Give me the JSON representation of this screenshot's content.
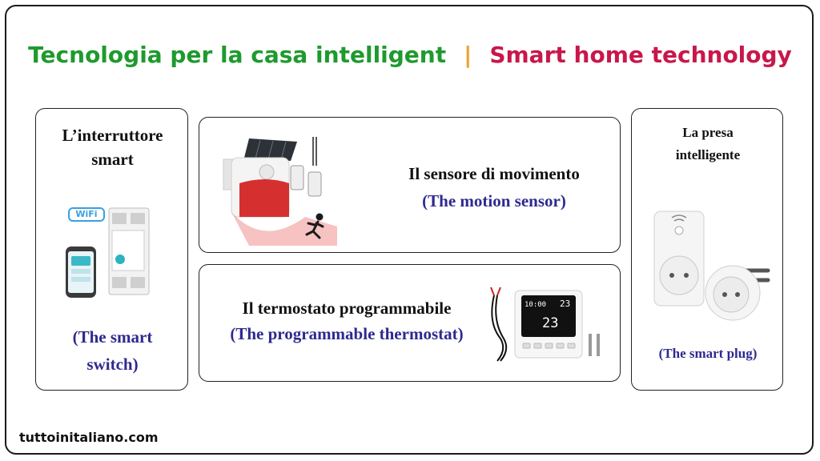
{
  "title": {
    "italian": "Tecnologia per la casa intelligent",
    "separator": "|",
    "english": "Smart home technology"
  },
  "cards": {
    "switch": {
      "italian_line1": "L’interruttore",
      "italian_line2": "smart",
      "english_line1": "(The smart",
      "english_line2": "switch)",
      "wifi_badge": "WiFi"
    },
    "motion": {
      "italian": "Il sensore di movimento",
      "english": "(The motion sensor)"
    },
    "thermostat": {
      "italian": "Il termostato programmabile",
      "english": "(The programmable thermostat)",
      "display_temp": "23",
      "display_temp2": "23",
      "display_time": "10:00"
    },
    "plug": {
      "italian_line1": "La presa",
      "italian_line2": "intelligente",
      "english": "(The smart plug)"
    }
  },
  "footer": "tuttoinitaliano.com",
  "colors": {
    "italian_title": "#1f9a2e",
    "separator": "#f0a030",
    "english_title": "#c8174b",
    "english_label": "#2e2a8f"
  },
  "icons": [
    "wifi-badge-icon",
    "smart-switch-image",
    "motion-sensor-image",
    "running-person-icon",
    "thermostat-image",
    "smart-plug-image"
  ]
}
